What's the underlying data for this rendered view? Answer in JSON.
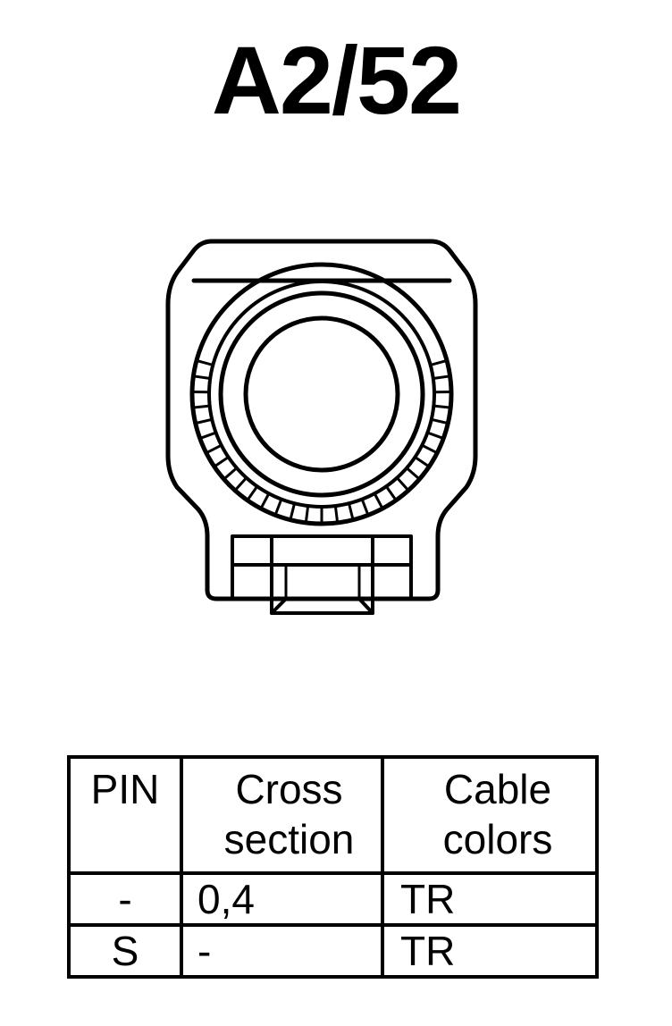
{
  "title": "A2/52",
  "connector": {
    "icon": "round-sensor-connector-icon"
  },
  "table": {
    "headers": {
      "pin": "PIN",
      "cross_line1": "Cross",
      "cross_line2": "section",
      "color_line1": "Cable",
      "color_line2": "colors"
    },
    "rows": [
      {
        "pin": "-",
        "cross_section": "0,4",
        "color": "TR"
      },
      {
        "pin": "S",
        "cross_section": "-",
        "color": "TR"
      }
    ]
  }
}
